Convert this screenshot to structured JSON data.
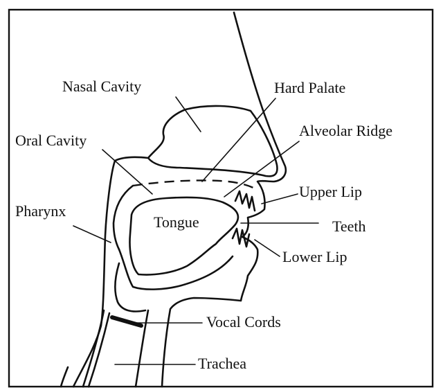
{
  "diagram": {
    "labels": {
      "nasal_cavity": "Nasal Cavity",
      "hard_palate": "Hard Palate",
      "oral_cavity": "Oral Cavity",
      "alveolar_ridge": "Alveolar Ridge",
      "upper_lip": "Upper Lip",
      "pharynx": "Pharynx",
      "tongue": "Tongue",
      "teeth": "Teeth",
      "lower_lip": "Lower Lip",
      "vocal_cords": "Vocal Cords",
      "trachea": "Trachea"
    },
    "colors": {
      "ink": "#111111",
      "background": "#ffffff"
    }
  }
}
